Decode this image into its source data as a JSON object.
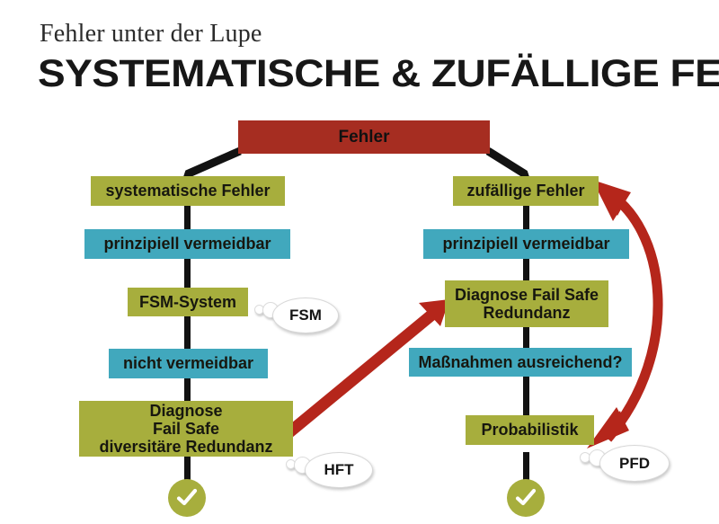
{
  "header": {
    "kicker": "Fehler unter der Lupe",
    "headline": "SYSTEMATISCHE & ZUFÄLLIGE FEHLER"
  },
  "colors": {
    "red": "#a62d21",
    "olive": "#a7ae3d",
    "teal": "#41a8bd",
    "arrow_red": "#b5261b",
    "connector": "#121212",
    "text_dark": "#17170f",
    "background": "#ffffff"
  },
  "diagram": {
    "root": {
      "label": "Fehler",
      "color": "red"
    },
    "left_branch": {
      "nodes": [
        {
          "label": "systematische Fehler",
          "color": "olive"
        },
        {
          "label": "prinzipiell vermeidbar",
          "color": "teal"
        },
        {
          "label": "FSM-System",
          "color": "olive"
        },
        {
          "label": "nicht vermeidbar",
          "color": "teal"
        },
        {
          "label": "Diagnose\nFail Safe\ndiversitäre Redundanz",
          "color": "olive"
        }
      ],
      "terminator": "check"
    },
    "right_branch": {
      "nodes": [
        {
          "label": "zufällige Fehler",
          "color": "olive"
        },
        {
          "label": "prinzipiell vermeidbar",
          "color": "teal"
        },
        {
          "label": "Diagnose Fail Safe\nRedundanz",
          "color": "olive"
        },
        {
          "label": "Maßnahmen ausreichend?",
          "color": "teal"
        },
        {
          "label": "Probabilistik",
          "color": "olive"
        }
      ],
      "terminator": "check"
    },
    "callouts": [
      {
        "id": "fsm",
        "label": "FSM",
        "attached_to": "FSM-System"
      },
      {
        "id": "hft",
        "label": "HFT",
        "attached_to": "Diagnose Fail Safe diversitäre Redundanz"
      },
      {
        "id": "pfd",
        "label": "PFD",
        "attached_to": "Probabilistik"
      }
    ],
    "arrows": [
      {
        "id": "cross-arrow",
        "style": "straight",
        "heads": "single",
        "from": "Diagnose Fail Safe diversitäre Redundanz",
        "to": "Diagnose Fail Safe Redundanz"
      },
      {
        "id": "feedback-arc",
        "style": "curved",
        "heads": "double",
        "from": "Probabilistik",
        "to": "zufällige Fehler"
      }
    ]
  }
}
